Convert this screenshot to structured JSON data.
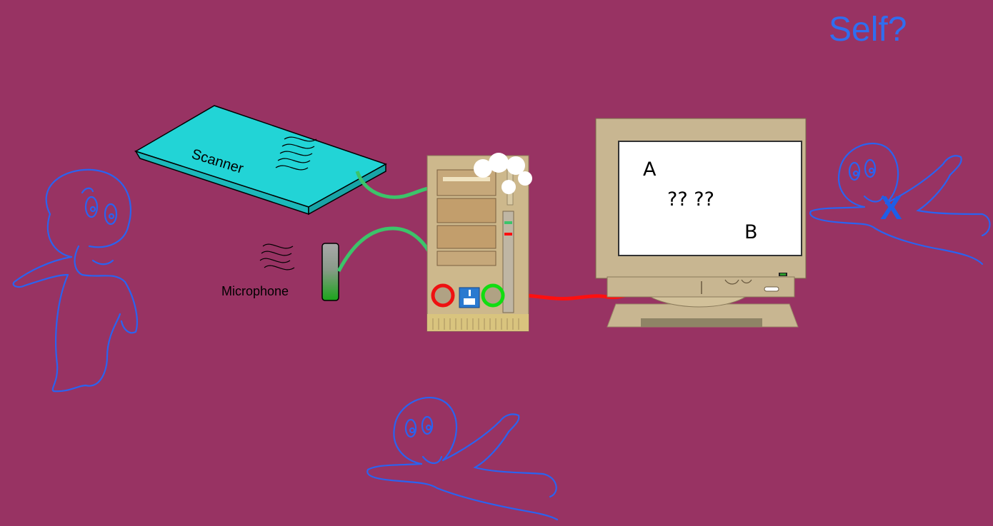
{
  "title": "Self?",
  "scanner": {
    "label": "Scanner"
  },
  "microphone": {
    "label": "Microphone"
  },
  "monitor": {
    "screen_lines": [
      "A",
      "?? ??",
      "B"
    ]
  },
  "ghost_mark": "X",
  "colors": {
    "background": "#983363",
    "title": "#2f6ef0",
    "ghost_outline": "#2a63f0",
    "scanner_fill": "#22d4d6",
    "cable_green": "#3cc46a",
    "cable_red": "#ff1010",
    "computer_beige": "#cdb88c",
    "monitor_beige": "#c8b691"
  },
  "icons": [
    "casper-ghost-standing",
    "casper-ghost-flying",
    "scanner-icon",
    "microphone-icon",
    "computer-tower-icon",
    "monitor-icon"
  ]
}
